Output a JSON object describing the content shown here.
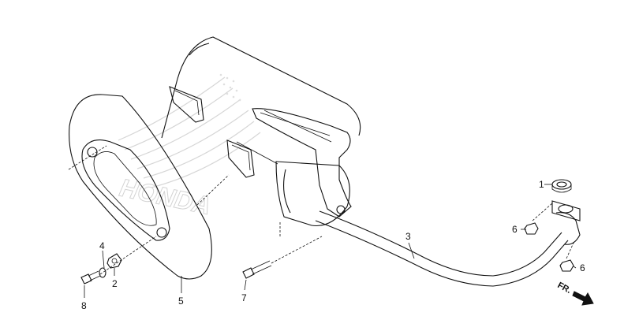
{
  "diagram": {
    "callouts": {
      "c1": "1",
      "c2": "2",
      "c3": "3",
      "c4": "4",
      "c5": "5",
      "c6a": "6",
      "c6b": "6",
      "c7": "7",
      "c8": "8"
    },
    "direction_label": "FR.",
    "watermark_text": "HONDA"
  }
}
